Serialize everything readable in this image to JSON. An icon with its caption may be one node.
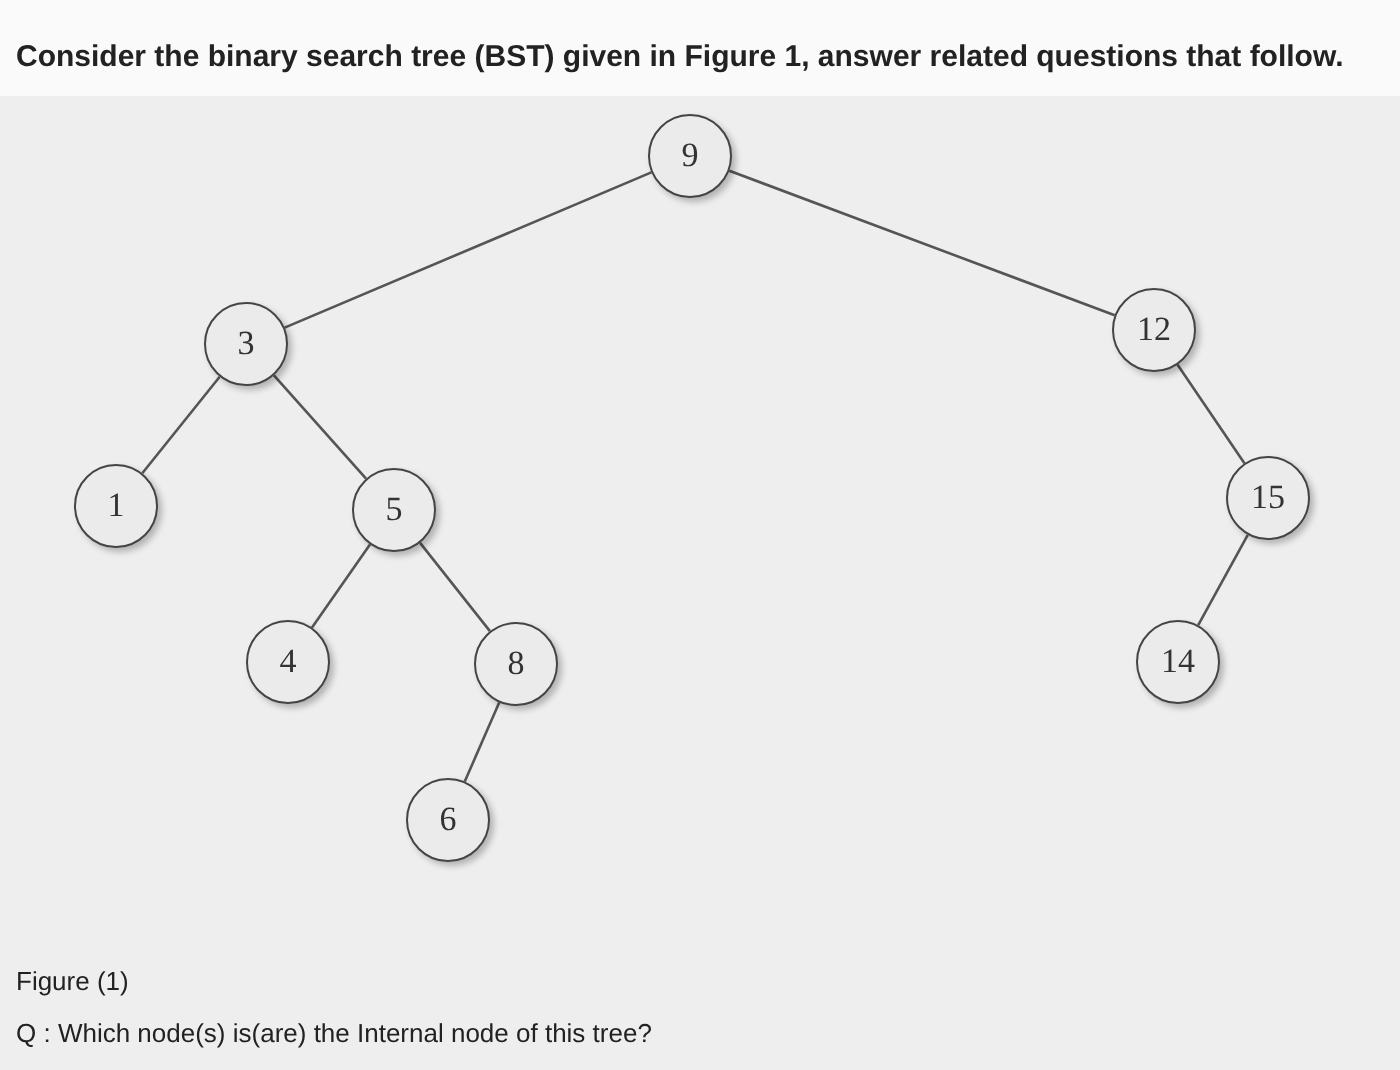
{
  "diagram": {
    "title": "Consider the binary search tree (BST) given in Figure 1, answer related questions that follow.",
    "nodes": [
      {
        "text": [
          "9"
        ]
      },
      {
        "text": [
          "3"
        ]
      },
      {
        "text": [
          "12"
        ]
      },
      {
        "text": [
          "1"
        ]
      },
      {
        "text": [
          "5"
        ]
      },
      {
        "text": [
          "15"
        ]
      },
      {
        "text": [
          "4"
        ]
      },
      {
        "text": [
          "8"
        ]
      },
      {
        "text": [
          "14"
        ]
      },
      {
        "text": [
          "6"
        ]
      }
    ],
    "edges": [
      {
        "from": 0,
        "to": 1,
        "arrow": "none"
      },
      {
        "from": 0,
        "to": 2,
        "arrow": "none"
      },
      {
        "from": 1,
        "to": 3,
        "arrow": "none"
      },
      {
        "from": 1,
        "to": 4,
        "arrow": "none"
      },
      {
        "from": 4,
        "to": 6,
        "arrow": "none"
      },
      {
        "from": 4,
        "to": 7,
        "arrow": "none"
      },
      {
        "from": 7,
        "to": 9,
        "arrow": "none"
      },
      {
        "from": 2,
        "to": 5,
        "arrow": "none"
      },
      {
        "from": 5,
        "to": 8,
        "arrow": "none"
      }
    ],
    "labels": [
      "Figure (1)",
      "Q : Which node(s) is(are) the Internal node of this tree?"
    ]
  }
}
